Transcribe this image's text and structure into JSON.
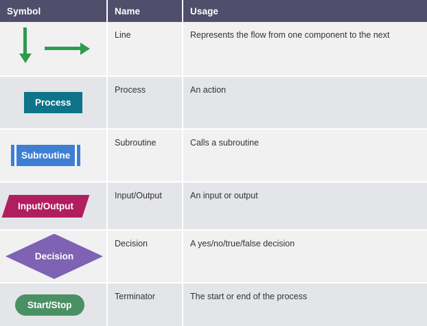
{
  "table": {
    "columns": [
      {
        "key": "symbol",
        "label": "Symbol"
      },
      {
        "key": "name",
        "label": "Name"
      },
      {
        "key": "usage",
        "label": "Usage"
      }
    ],
    "header_bg": "#4F4E6B",
    "row_bg_odd": "#F1F1F1",
    "row_bg_even": "#E4E5E8",
    "rows": [
      {
        "symbol_type": "arrows",
        "symbol_label": "",
        "symbol_color": "#2E9B4E",
        "name": "Line",
        "usage": "Represents the flow from one component to the next"
      },
      {
        "symbol_type": "rectangle",
        "symbol_label": "Process",
        "symbol_color": "#0D7489",
        "name": "Process",
        "usage": "An action"
      },
      {
        "symbol_type": "subroutine",
        "symbol_label": "Subroutine",
        "symbol_color": "#3E7FD4",
        "name": "Subroutine",
        "usage": "Calls a subroutine"
      },
      {
        "symbol_type": "parallelogram",
        "symbol_label": "Input/Output",
        "symbol_color": "#B01E5F",
        "name": "Input/Output",
        "usage": "An input or output"
      },
      {
        "symbol_type": "diamond",
        "symbol_label": "Decision",
        "symbol_color": "#7E62B3",
        "name": "Decision",
        "usage": "A yes/no/true/false decision"
      },
      {
        "symbol_type": "pill",
        "symbol_label": "Start/Stop",
        "symbol_color": "#4A9065",
        "name": "Terminator",
        "usage": "The start or end of the process"
      }
    ]
  }
}
